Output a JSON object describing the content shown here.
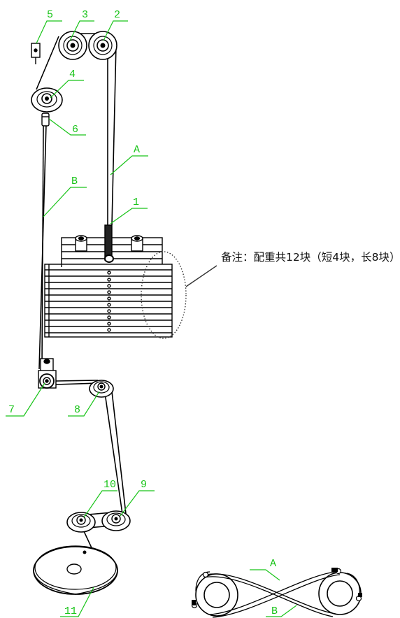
{
  "labels": {
    "l1": "1",
    "l2": "2",
    "l3": "3",
    "l4": "4",
    "l5": "5",
    "l6": "6",
    "l7": "7",
    "l8": "8",
    "l9": "9",
    "l10": "10",
    "l11": "11",
    "cableA": "A",
    "cableB": "B",
    "detailA": "A",
    "detailB": "B"
  },
  "note": "备注：配重共12块（短4块，长8块）",
  "colors": {
    "label": "#19c419",
    "line": "#000000"
  }
}
